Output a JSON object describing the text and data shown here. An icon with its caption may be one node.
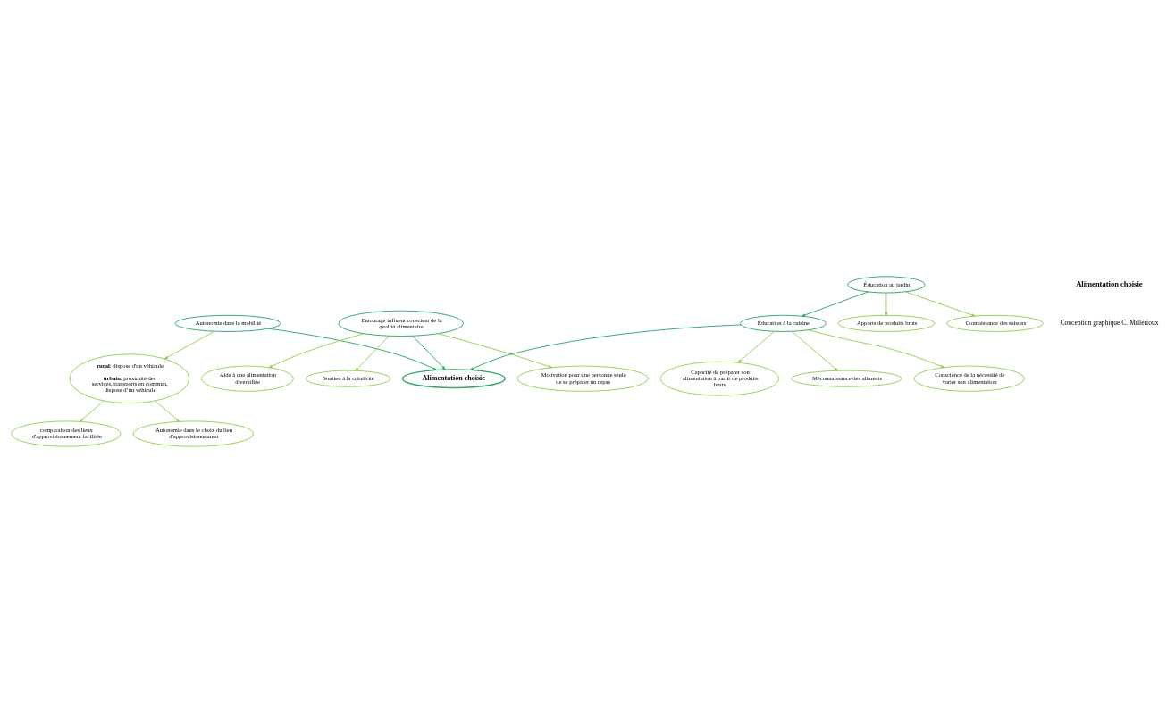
{
  "diagram": {
    "nodes": [
      {
        "text": [
          "Alimentation choisie"
        ]
      },
      {
        "text": [
          "Autonomie dans la mobilité"
        ]
      },
      {
        "text": [
          "**rural**: dispose d'un véhicule",
          "**urbain**: proximité des services, transports en commun, dispose d’un véhicule"
        ]
      },
      {
        "text": [
          "comparaison des lieux d'approvisionnement facilitée"
        ]
      },
      {
        "text": [
          "Autonomie dans le choix du lieu d'approvisionnement"
        ]
      },
      {
        "text": [
          "Entourage influent conscient de la qualité alimentaire"
        ]
      },
      {
        "text": [
          "Aide à une alimentation diversifiée"
        ]
      },
      {
        "text": [
          "Soutien à la créativité"
        ]
      },
      {
        "text": [
          "Motivation pour une personne seule de se préparer un repas"
        ]
      },
      {
        "text": [
          "Éducation au jardin"
        ]
      },
      {
        "text": [
          "Apports de produits bruts"
        ]
      },
      {
        "text": [
          "Connaissance des saisons"
        ]
      },
      {
        "text": [
          "Éducation à la cuisine"
        ]
      },
      {
        "text": [
          "Capacité de préparer son alimentation à partir de produits bruts"
        ]
      },
      {
        "text": [
          "Méconnaissance des aliments"
        ]
      },
      {
        "text": [
          "Conscience de la nécessité de varier son alimentation"
        ]
      }
    ],
    "edges": [
      {
        "from": 1,
        "to": 0,
        "arrow": "to",
        "color": "#2ca868"
      },
      {
        "from": 1,
        "to": 2,
        "arrow": "to"
      },
      {
        "from": 2,
        "to": 3,
        "arrow": "to"
      },
      {
        "from": 2,
        "to": 4,
        "arrow": "to"
      },
      {
        "from": 5,
        "to": 0,
        "arrow": "to",
        "color": "#2ca868"
      },
      {
        "from": 5,
        "to": 6,
        "arrow": "to"
      },
      {
        "from": 5,
        "to": 7,
        "arrow": "to"
      },
      {
        "from": 5,
        "to": 8,
        "arrow": "to"
      },
      {
        "from": 9,
        "to": 10,
        "arrow": "to"
      },
      {
        "from": 9,
        "to": 11,
        "arrow": "to"
      },
      {
        "from": 9,
        "to": 12,
        "arrow": "to",
        "color": "#2ca868"
      },
      {
        "from": 12,
        "to": 0,
        "arrow": "to",
        "color": "#2ca868"
      },
      {
        "from": 12,
        "to": 13,
        "arrow": "to"
      },
      {
        "from": 12,
        "to": 14,
        "arrow": "to"
      },
      {
        "from": 12,
        "to": 15,
        "arrow": "to"
      }
    ],
    "labels": [
      "Alimentation choisie",
      "Conception graphique C. Millérioux"
    ]
  }
}
